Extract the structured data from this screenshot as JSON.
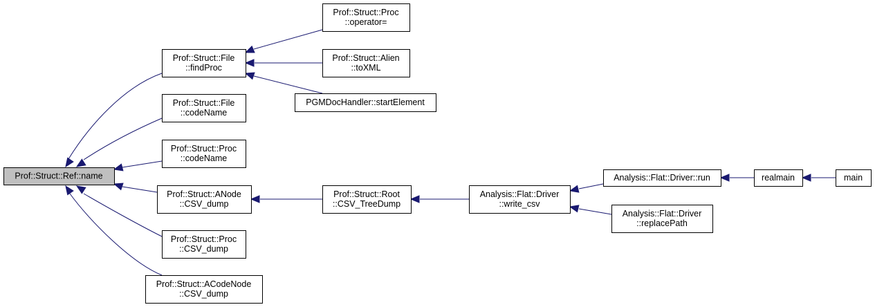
{
  "diagram": {
    "type": "caller-graph",
    "edge_color": "#191970",
    "root_fill": "#bfbfbf",
    "nodes": [
      {
        "id": "ref_name",
        "lines": [
          "Prof::Struct::Ref::name"
        ],
        "root": true
      },
      {
        "id": "file_findproc",
        "lines": [
          "Prof::Struct::File",
          "::findProc"
        ]
      },
      {
        "id": "file_codename",
        "lines": [
          "Prof::Struct::File",
          "::codeName"
        ]
      },
      {
        "id": "proc_codename",
        "lines": [
          "Prof::Struct::Proc",
          "::codeName"
        ]
      },
      {
        "id": "anode_csvdump",
        "lines": [
          "Prof::Struct::ANode",
          "::CSV_dump"
        ]
      },
      {
        "id": "proc_csvdump",
        "lines": [
          "Prof::Struct::Proc",
          "::CSV_dump"
        ]
      },
      {
        "id": "acodenode_csvdump",
        "lines": [
          "Prof::Struct::ACodeNode",
          "::CSV_dump"
        ]
      },
      {
        "id": "proc_operator",
        "lines": [
          "Prof::Struct::Proc",
          "::operator="
        ]
      },
      {
        "id": "alien_toxml",
        "lines": [
          "Prof::Struct::Alien",
          "::toXML"
        ]
      },
      {
        "id": "pgm_startelement",
        "lines": [
          "PGMDocHandler::startElement"
        ]
      },
      {
        "id": "root_csvtreedump",
        "lines": [
          "Prof::Struct::Root",
          "::CSV_TreeDump"
        ]
      },
      {
        "id": "driver_writecsv",
        "lines": [
          "Analysis::Flat::Driver",
          "::write_csv"
        ]
      },
      {
        "id": "driver_run",
        "lines": [
          "Analysis::Flat::Driver::run"
        ]
      },
      {
        "id": "driver_replacepath",
        "lines": [
          "Analysis::Flat::Driver",
          "::replacePath"
        ]
      },
      {
        "id": "realmain",
        "lines": [
          "realmain"
        ]
      },
      {
        "id": "main",
        "lines": [
          "main"
        ]
      }
    ],
    "edges": [
      {
        "from": "file_findproc",
        "to": "ref_name"
      },
      {
        "from": "file_codename",
        "to": "ref_name"
      },
      {
        "from": "proc_codename",
        "to": "ref_name"
      },
      {
        "from": "anode_csvdump",
        "to": "ref_name"
      },
      {
        "from": "proc_csvdump",
        "to": "ref_name"
      },
      {
        "from": "acodenode_csvdump",
        "to": "ref_name"
      },
      {
        "from": "proc_operator",
        "to": "file_findproc"
      },
      {
        "from": "alien_toxml",
        "to": "file_findproc"
      },
      {
        "from": "pgm_startelement",
        "to": "file_findproc"
      },
      {
        "from": "root_csvtreedump",
        "to": "anode_csvdump"
      },
      {
        "from": "driver_writecsv",
        "to": "root_csvtreedump"
      },
      {
        "from": "driver_run",
        "to": "driver_writecsv"
      },
      {
        "from": "driver_replacepath",
        "to": "driver_writecsv"
      },
      {
        "from": "realmain",
        "to": "driver_run"
      },
      {
        "from": "main",
        "to": "realmain"
      }
    ]
  }
}
